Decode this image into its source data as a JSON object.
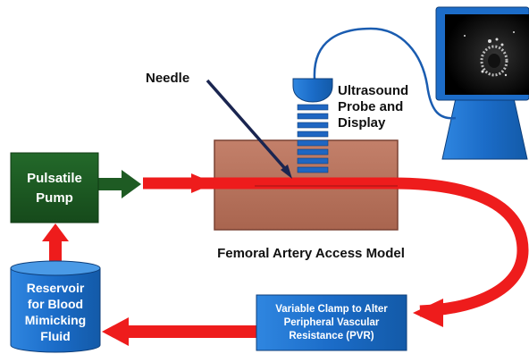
{
  "labels": {
    "needle": "Needle",
    "probe": [
      "Ultrasound",
      "Probe and",
      "Display"
    ],
    "pump": [
      "Pulsatile",
      "Pump"
    ],
    "model": "Femoral Artery Access Model",
    "reservoir": [
      "Reservoir",
      "for Blood",
      "Mimicking",
      "Fluid"
    ],
    "clamp": [
      "Variable Clamp to Alter",
      "Peripheral Vascular",
      "Resistance (PVR)"
    ]
  },
  "colors": {
    "flow_red": "#ee1c1c",
    "pump_green": "#1e5b23",
    "tissue_brown": "#b97560",
    "blue": "#1f74d1",
    "navy_needle": "#1a2550"
  }
}
